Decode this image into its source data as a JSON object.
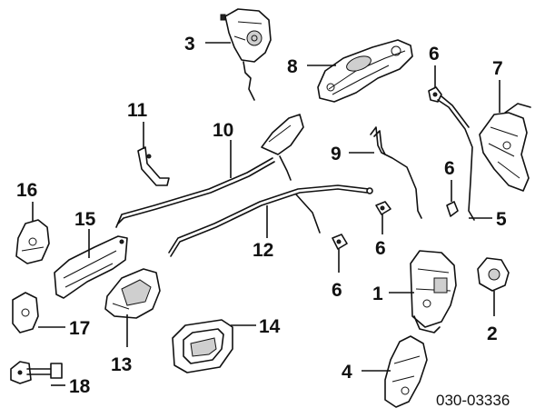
{
  "callouts": {
    "p1": "1",
    "p2": "2",
    "p3": "3",
    "p4": "4",
    "p5": "5",
    "p6a": "6",
    "p6b": "6",
    "p6c": "6",
    "p6d": "6",
    "p7": "7",
    "p8": "8",
    "p9": "9",
    "p10": "10",
    "p11": "11",
    "p12": "12",
    "p13": "13",
    "p14": "14",
    "p15": "15",
    "p16": "16",
    "p17": "17",
    "p18": "18"
  },
  "diagram_code": "030-03336"
}
